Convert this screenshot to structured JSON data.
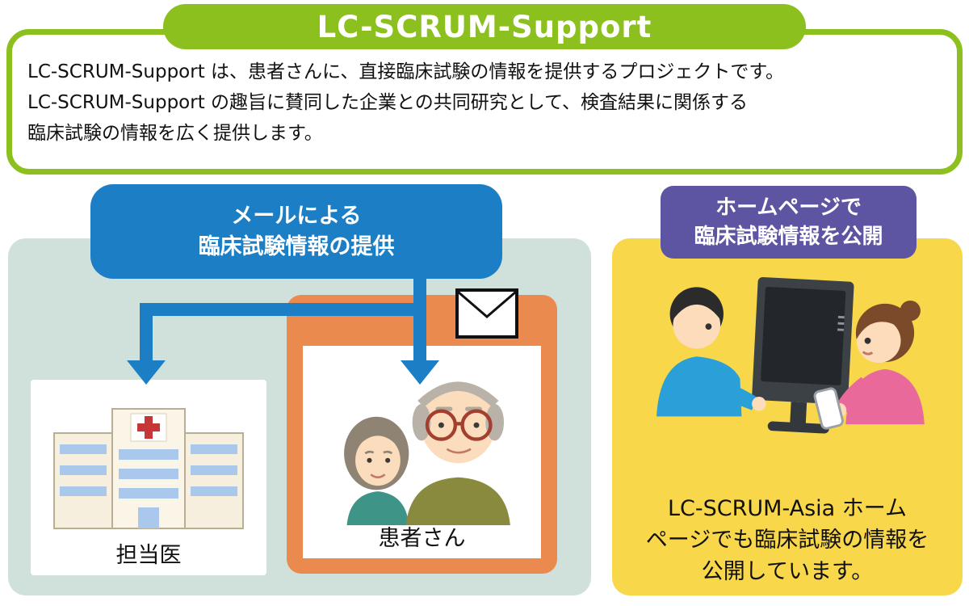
{
  "header": {
    "title": "LC-SCRUM-Support",
    "description_lines": [
      "LC-SCRUM-Support は、患者さんに、直接臨床試験の情報を提供するプロジェクトです。",
      "LC-SCRUM-Support の趣旨に賛同した企業との共同研究として、検査結果に関係する",
      "臨床試験の情報を広く提供します。"
    ]
  },
  "mail_section": {
    "label_line1": "メールによる",
    "label_line2": "臨床試験情報の提供",
    "doctor_caption": "担当医",
    "patient_caption": "患者さん"
  },
  "web_section": {
    "label_line1": "ホームページで",
    "label_line2": "臨床試験情報を公開",
    "caption_line1": "LC-SCRUM-Asia ホーム",
    "caption_line2": "ページでも臨床試験の情報を",
    "caption_line3": "公開しています。"
  },
  "icons": {
    "envelope": "envelope-icon",
    "hospital": "hospital-illustration",
    "patients": "elderly-couple-illustration",
    "web_users": "people-at-computer-illustration"
  },
  "colors": {
    "brand_green": "#8bc01e",
    "mail_blue": "#1c7fc5",
    "web_purple": "#5e55a2",
    "left_panel_teal": "#d0e1dc",
    "right_panel_yellow": "#f8d74a",
    "patient_frame_orange": "#ea8a4f",
    "cross_red": "#c63636"
  }
}
